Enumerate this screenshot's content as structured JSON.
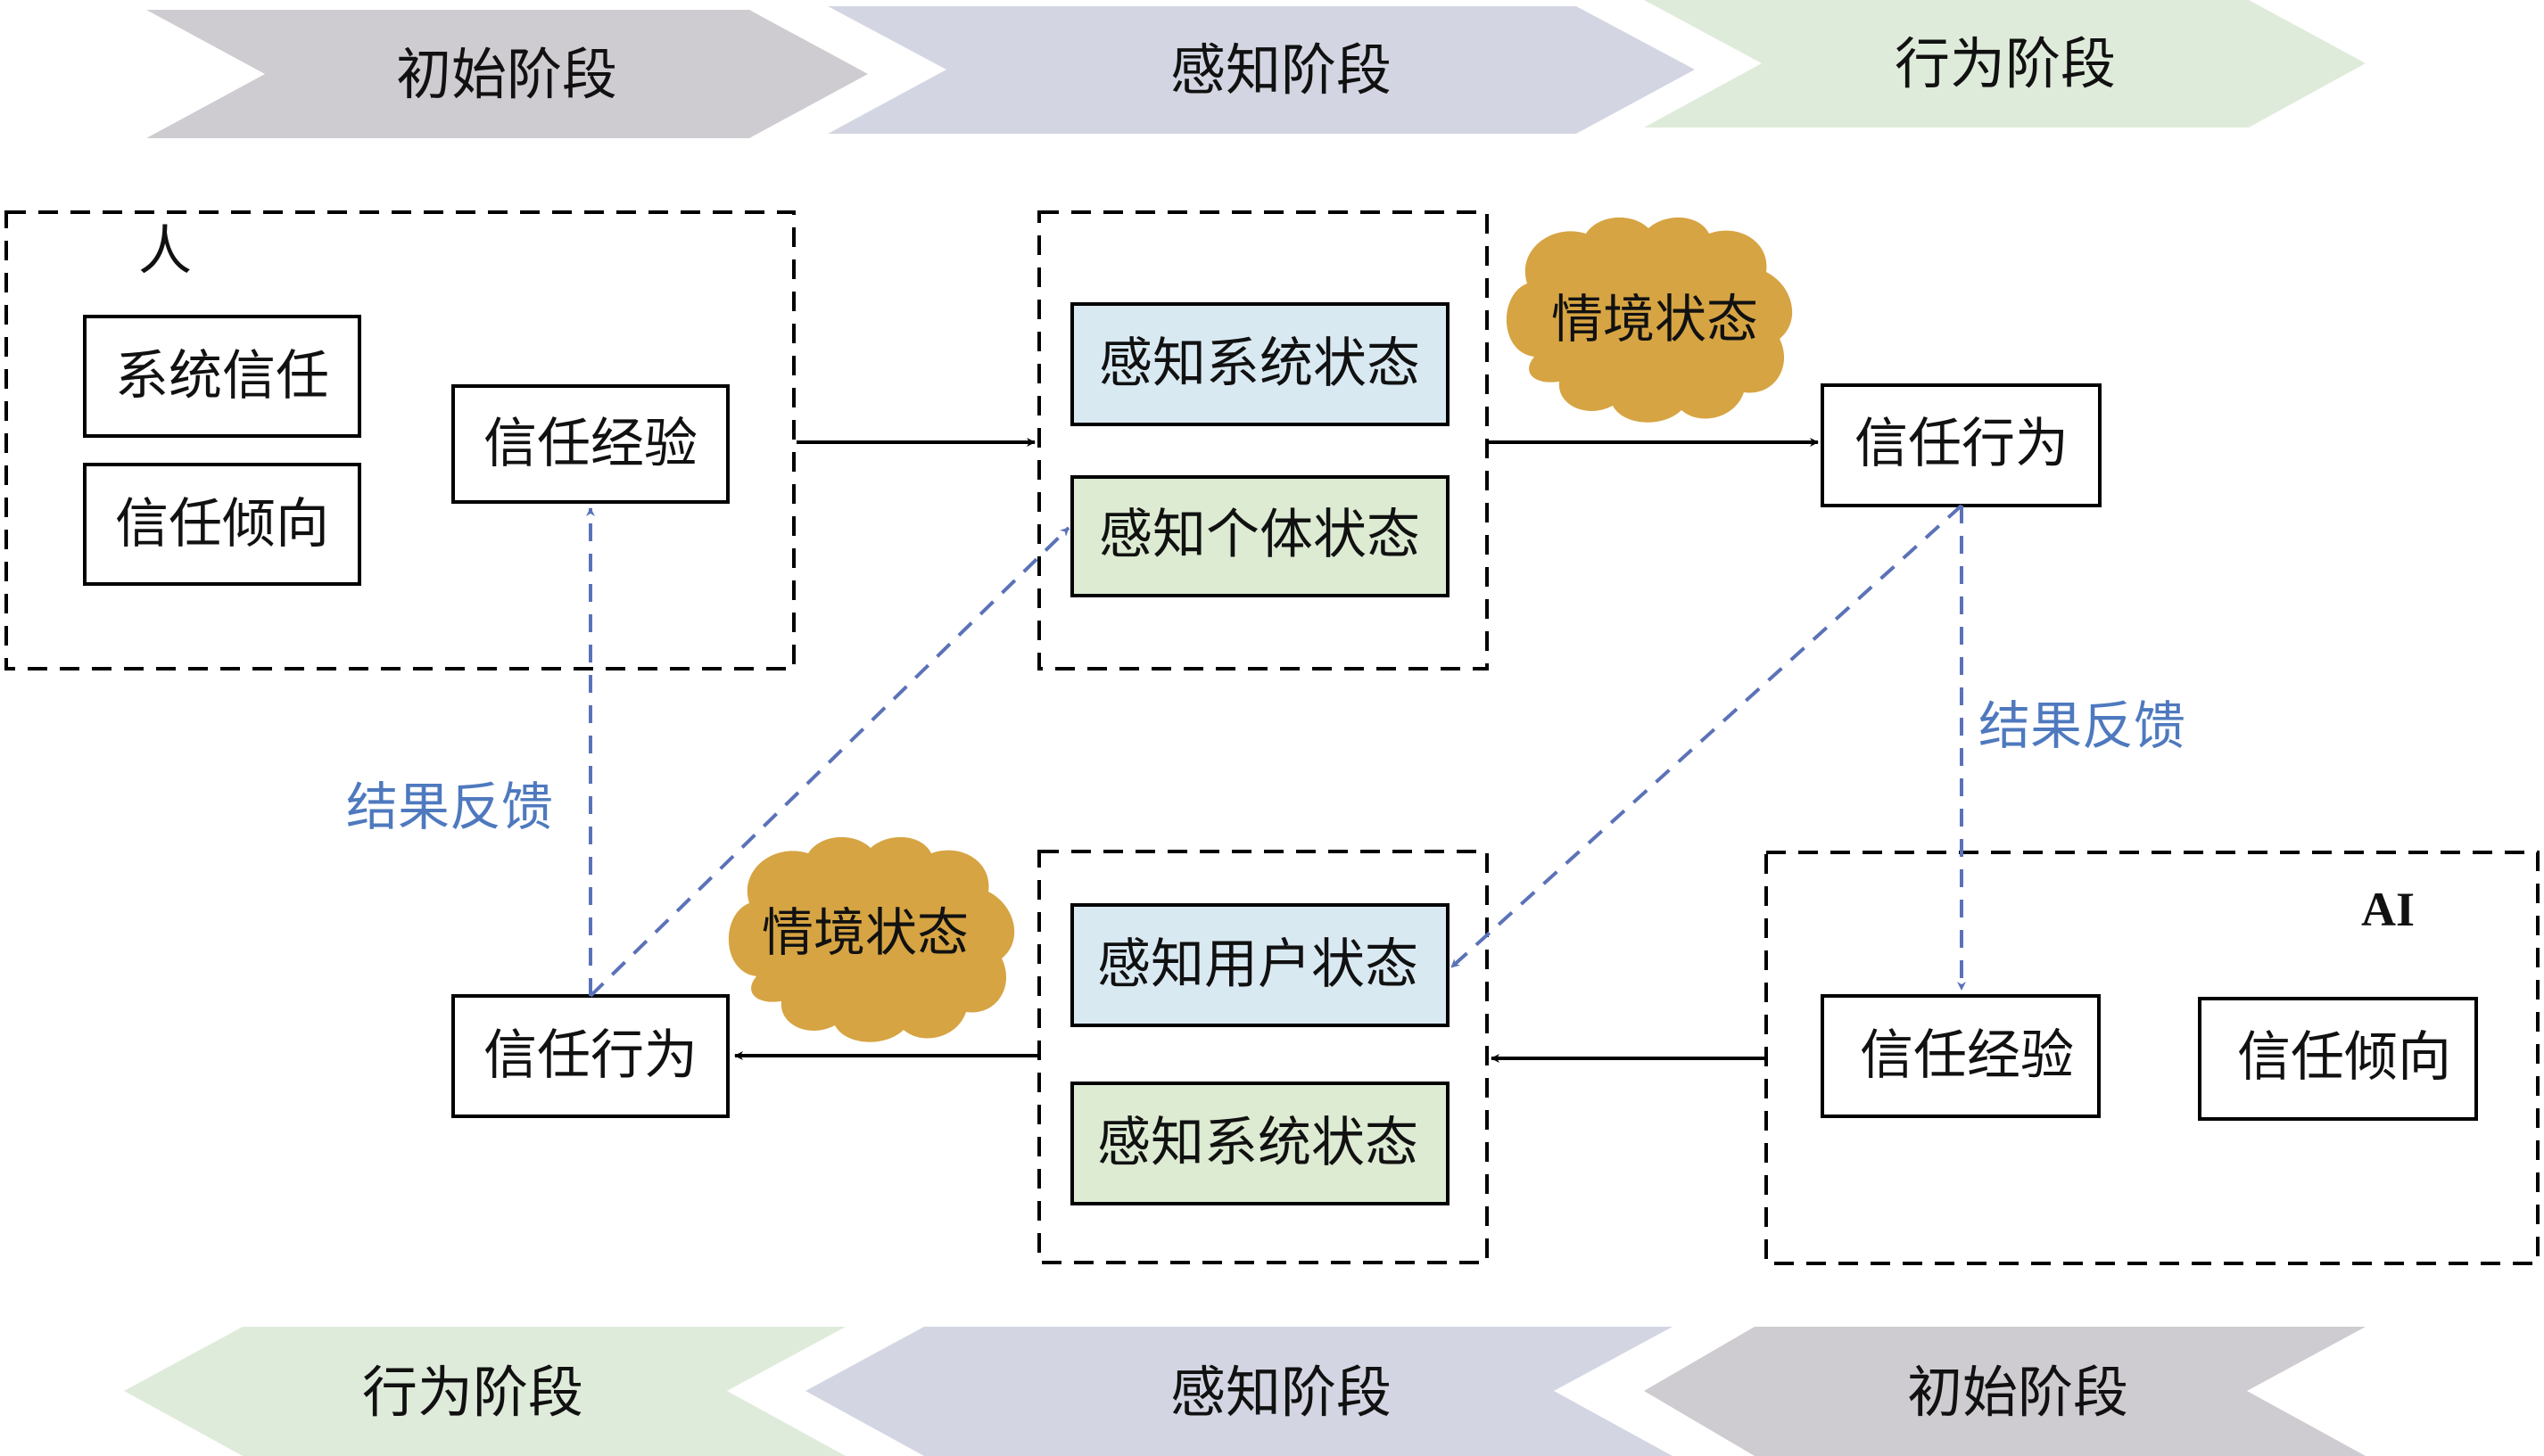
{
  "colors": {
    "chevron_initial": "#cfccd1",
    "chevron_perception": "#d3d6e2",
    "chevron_behavior": "#dfebda",
    "box_blue": "#d9e9f2",
    "box_green": "#dcebd2",
    "cloud": "#d6a443",
    "feedback_blue": "#5b72b8",
    "feedback_text": "#4e79be",
    "line": "#000000"
  },
  "top_stages": [
    {
      "label": "初始阶段",
      "color_key": "chevron_initial"
    },
    {
      "label": "感知阶段",
      "color_key": "chevron_perception"
    },
    {
      "label": "行为阶段",
      "color_key": "chevron_behavior"
    }
  ],
  "bottom_stages": [
    {
      "label": "行为阶段",
      "color_key": "chevron_behavior"
    },
    {
      "label": "感知阶段",
      "color_key": "chevron_perception"
    },
    {
      "label": "初始阶段",
      "color_key": "chevron_initial"
    }
  ],
  "human": {
    "label": "人",
    "trust_system": "系统信任",
    "trust_tendency": "信任倾向",
    "trust_experience": "信任经验"
  },
  "perception_top": {
    "system_state": "感知系统状态",
    "individual_state": "感知个体状态"
  },
  "context_top": "情境状态",
  "trust_behavior_top": "信任行为",
  "feedback_right": "结果反馈",
  "ai": {
    "label": "AI",
    "trust_experience": "信任经验",
    "trust_tendency": "信任倾向"
  },
  "perception_bottom": {
    "user_state": "感知用户状态",
    "system_state": "感知系统状态"
  },
  "context_bottom": "情境状态",
  "trust_behavior_bottom": "信任行为",
  "feedback_left": "结果反馈"
}
